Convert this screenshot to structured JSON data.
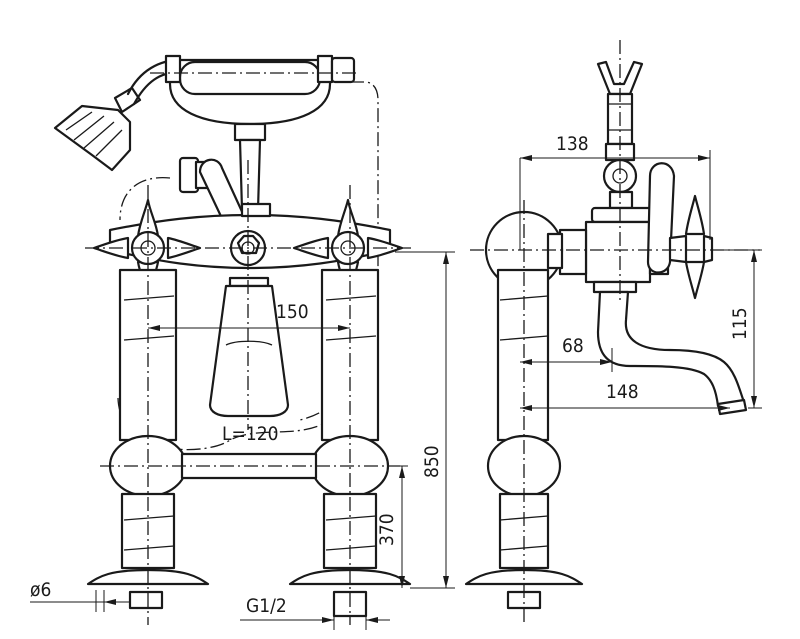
{
  "dimensions": {
    "d138": "138",
    "d150": "150",
    "d68": "68",
    "d148": "148",
    "d115": "115",
    "d850": "850",
    "d370": "370",
    "l120": "L=120",
    "phi6": "ø6",
    "g12": "G1/2"
  }
}
